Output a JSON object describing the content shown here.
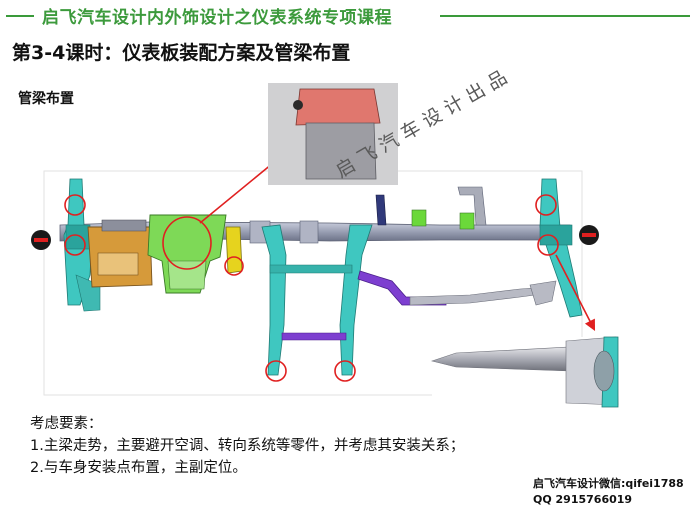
{
  "header": {
    "course_title": "启飞汽车设计内外饰设计之仪表系统专项课程"
  },
  "lesson": {
    "title": "第3-4课时：仪表板装配方案及管梁布置"
  },
  "section": {
    "label": "管梁布置"
  },
  "watermark": {
    "text": "启飞汽车设计出品"
  },
  "considerations": {
    "heading": "考虑要素：",
    "items": [
      "1.主梁走势，主要避开空调、转向系统等零件，并考虑其安装关系；",
      "2.与车身安装点布置，主副定位。"
    ]
  },
  "contact": {
    "wechat": "启飞汽车设计微信:qifei1788",
    "qq": "QQ 2915766019"
  },
  "colors": {
    "accent_green": "#3c9a3c",
    "beam_gray": "#9aa0b4",
    "teal": "#3fc7c0",
    "callout_red": "#e02020",
    "bracket_purple": "#7d3fd0"
  }
}
